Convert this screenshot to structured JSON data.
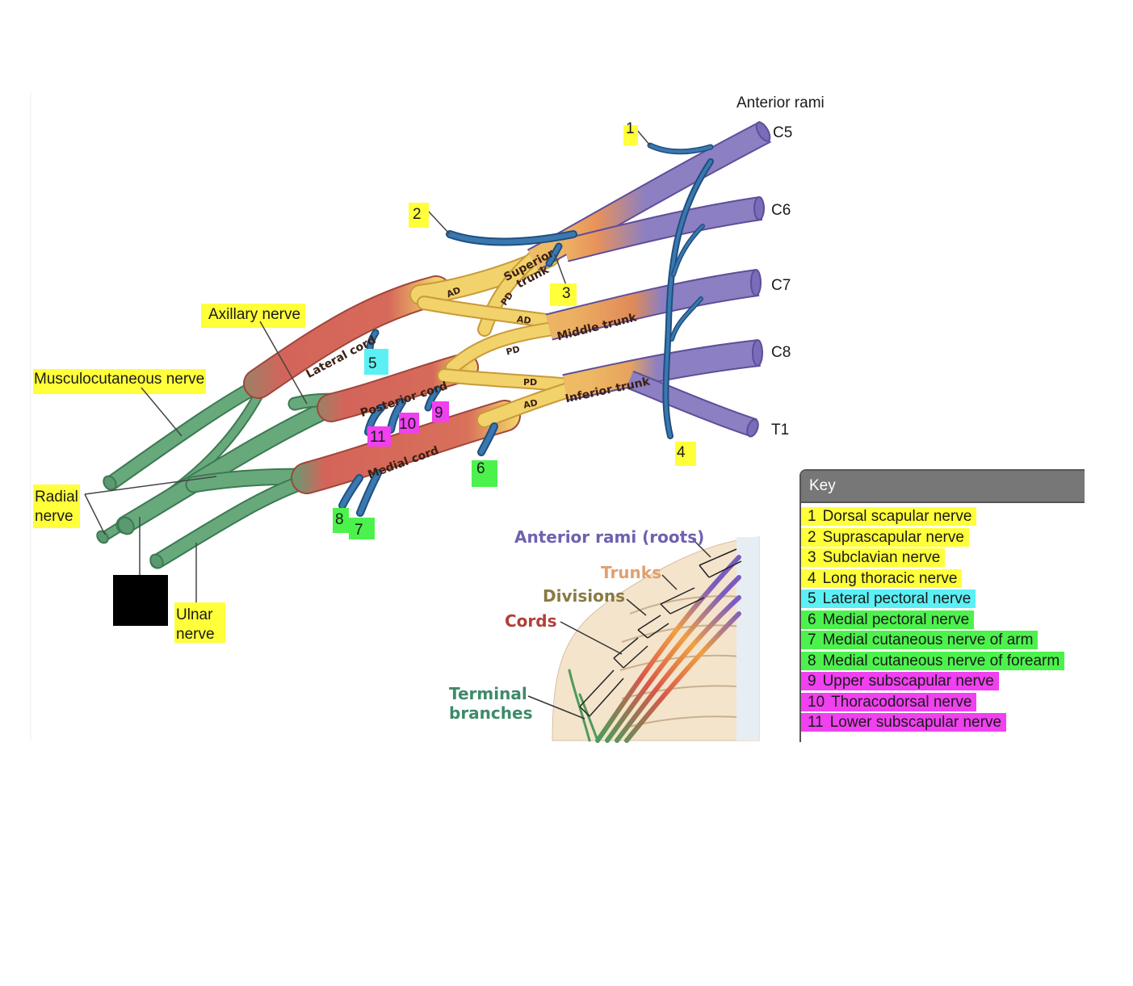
{
  "labels": {
    "anterior_rami": "Anterior rami",
    "roots": [
      "C5",
      "C6",
      "C7",
      "C8",
      "T1"
    ],
    "axillary_nerve": "Axillary nerve",
    "musculocutaneous_nerve": "Musculocutaneous nerve",
    "radial_nerve_line1": "Radial",
    "radial_nerve_line2": "nerve",
    "ulnar_nerve_line1": "Ulnar",
    "ulnar_nerve_line2": "nerve"
  },
  "trunks": {
    "superior_line1": "Superior",
    "superior_line2": "trunk",
    "middle": "Middle trunk",
    "inferior": "Inferior trunk"
  },
  "cords": {
    "lateral": "Lateral cord",
    "posterior": "Posterior cord",
    "medial": "Medial cord"
  },
  "divisions": {
    "ad": "AD",
    "pd": "PD"
  },
  "numbers": [
    "1",
    "2",
    "3",
    "4",
    "5",
    "6",
    "7",
    "8",
    "9",
    "10",
    "11"
  ],
  "inset": {
    "roots": "Anterior rami (roots)",
    "trunks": "Trunks",
    "divisions": "Divisions",
    "cords": "Cords",
    "terminal_line1": "Terminal",
    "terminal_line2": "branches"
  },
  "key": {
    "title": "Key",
    "items": [
      {
        "num": "1",
        "text": "Dorsal scapular nerve",
        "color": "#ffff3a"
      },
      {
        "num": "2",
        "text": "Suprascapular nerve",
        "color": "#ffff3a"
      },
      {
        "num": "3",
        "text": "Subclavian nerve",
        "color": "#ffff3a"
      },
      {
        "num": "4",
        "text": "Long thoracic nerve",
        "color": "#ffff3a"
      },
      {
        "num": "5",
        "text": "Lateral pectoral nerve",
        "color": "#5cf0f5"
      },
      {
        "num": "6",
        "text": "Medial pectoral nerve",
        "color": "#4cf24c"
      },
      {
        "num": "7",
        "text": "Medial cutaneous nerve of arm",
        "color": "#4cf24c"
      },
      {
        "num": "8",
        "text": "Medial cutaneous nerve of forearm",
        "color": "#4cf24c"
      },
      {
        "num": "9",
        "text": "Upper subscapular nerve",
        "color": "#f040f0"
      },
      {
        "num": "10",
        "text": "Thoracodorsal nerve",
        "color": "#f040f0"
      },
      {
        "num": "11",
        "text": "Lower subscapular nerve",
        "color": "#f040f0"
      }
    ]
  },
  "colors": {
    "highlight_yellow": "#ffff3a",
    "highlight_cyan": "#5cf0f5",
    "highlight_green": "#4cf24c",
    "highlight_magenta": "#f040f0",
    "roots": "#8c7fc2",
    "trunks": "#efc55a",
    "cords": "#d4645a",
    "terminal": "#5f9e74",
    "branch_blue": "#3a78b0"
  }
}
